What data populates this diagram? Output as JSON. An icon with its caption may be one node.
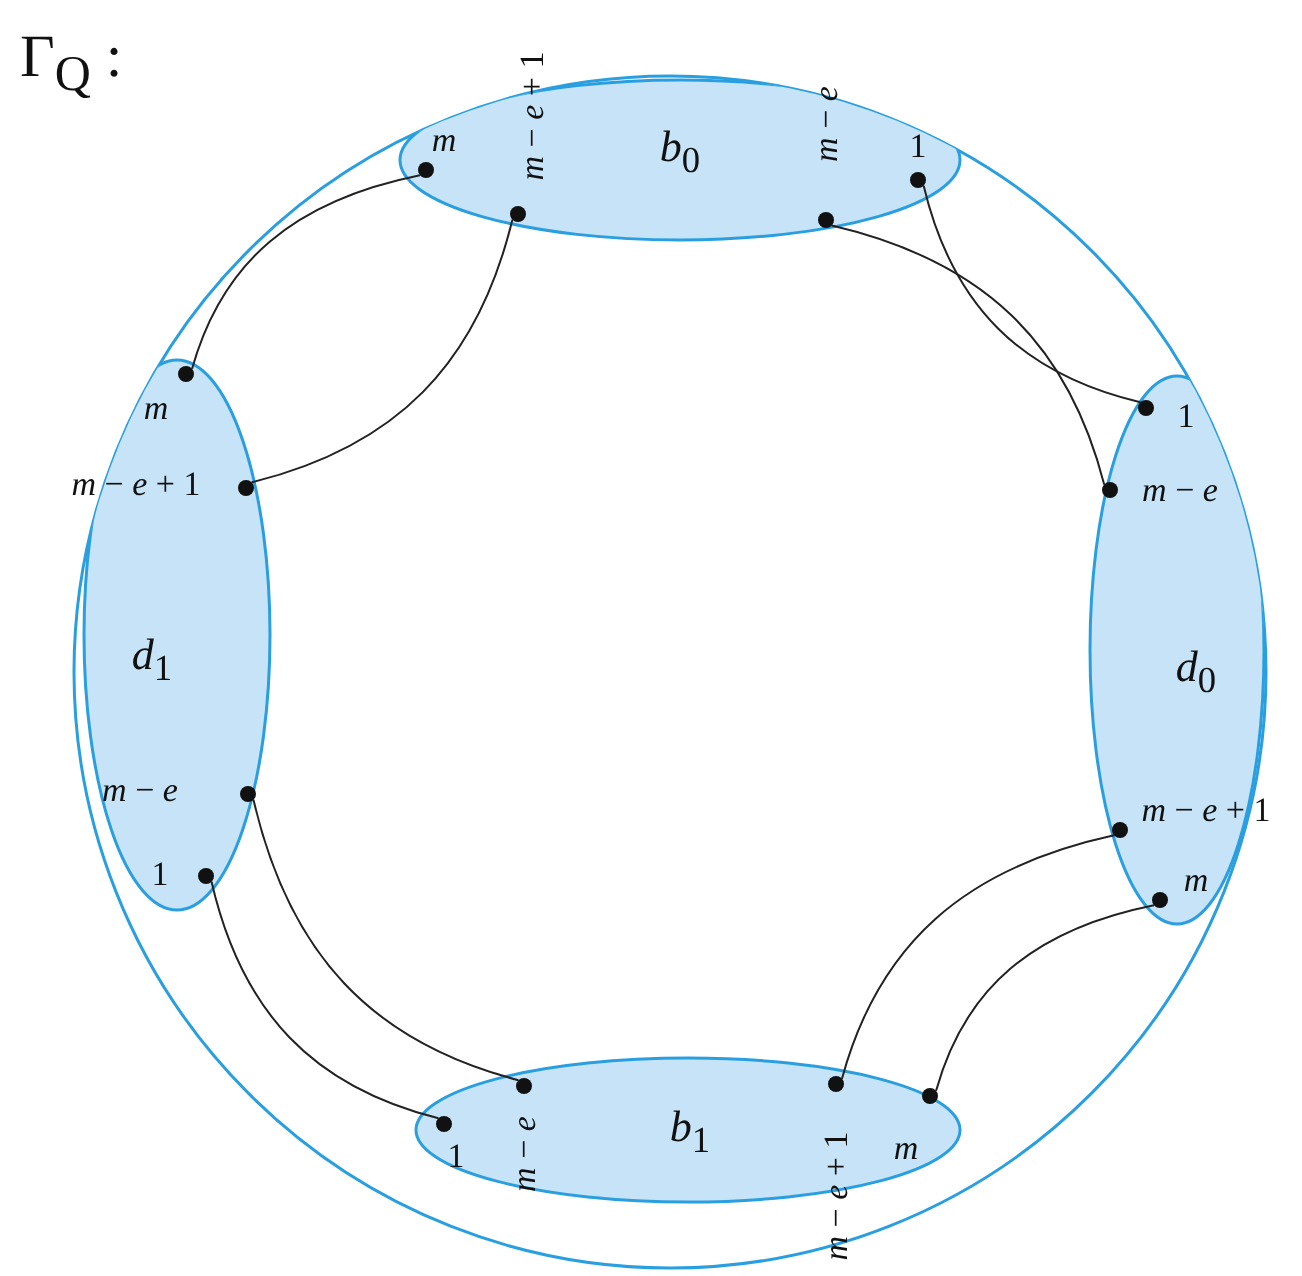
{
  "diagram": {
    "title": "Γ$_{Q}$ :",
    "nodes": [
      {
        "text": [
          "*b*$_{0}$"
        ]
      },
      {
        "text": [],
        "shape": "circle",
        "in": 0,
        "beside": [
          "*m*"
        ]
      },
      {
        "text": [],
        "shape": "circle",
        "in": 0,
        "beside": [
          "*m* − *e* + 1"
        ]
      },
      {
        "text": [],
        "shape": "circle",
        "in": 0,
        "beside": [
          "*m* − *e*"
        ]
      },
      {
        "text": [],
        "shape": "circle",
        "in": 0,
        "beside": [
          "1"
        ]
      },
      {
        "text": [
          "*d*$_{1}$"
        ]
      },
      {
        "text": [],
        "shape": "circle",
        "in": 5,
        "beside": [
          "*m*"
        ]
      },
      {
        "text": [],
        "shape": "circle",
        "in": 5,
        "beside": [
          "*m* − *e* + 1"
        ]
      },
      {
        "text": [],
        "shape": "circle",
        "in": 5,
        "beside": [
          "*m* − *e*"
        ]
      },
      {
        "text": [],
        "shape": "circle",
        "in": 5,
        "beside": [
          "1"
        ]
      },
      {
        "text": [
          "*d*$_{0}$"
        ]
      },
      {
        "text": [],
        "shape": "circle",
        "in": 10,
        "beside": [
          "1"
        ]
      },
      {
        "text": [],
        "shape": "circle",
        "in": 10,
        "beside": [
          "*m* − *e*"
        ]
      },
      {
        "text": [],
        "shape": "circle",
        "in": 10,
        "beside": [
          "*m* − *e* + 1"
        ]
      },
      {
        "text": [],
        "shape": "circle",
        "in": 10,
        "beside": [
          "*m*"
        ]
      },
      {
        "text": [
          "*b*$_{1}$"
        ]
      },
      {
        "text": [],
        "shape": "circle",
        "in": 15,
        "beside": [
          "1"
        ]
      },
      {
        "text": [],
        "shape": "circle",
        "in": 15,
        "beside": [
          "*m* − *e*"
        ]
      },
      {
        "text": [],
        "shape": "circle",
        "in": 15,
        "beside": [
          "*m* − *e* + 1"
        ]
      },
      {
        "text": [],
        "shape": "circle",
        "in": 15,
        "beside": [
          "*m*"
        ]
      }
    ],
    "edges": [
      {
        "from": 1,
        "to": 6,
        "arrow": "none"
      },
      {
        "from": 2,
        "to": 7,
        "arrow": "none"
      },
      {
        "from": 3,
        "to": 12,
        "arrow": "none"
      },
      {
        "from": 4,
        "to": 11,
        "arrow": "none"
      },
      {
        "from": 13,
        "to": 18,
        "arrow": "none"
      },
      {
        "from": 14,
        "to": 19,
        "arrow": "none"
      },
      {
        "from": 8,
        "to": 17,
        "arrow": "none"
      },
      {
        "from": 9,
        "to": 16,
        "arrow": "none"
      }
    ]
  }
}
